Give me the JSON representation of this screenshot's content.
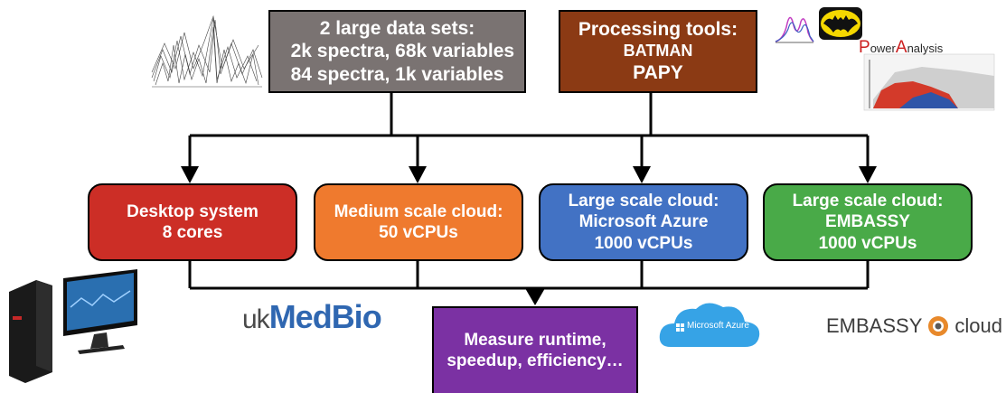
{
  "data_box": {
    "line1": "2 large data sets:",
    "line2": "  2k spectra, 68k variables",
    "line3": "84 spectra, 1k variables"
  },
  "tools_box": {
    "line1": "Processing tools:",
    "line2": "BATMAN",
    "line3": "PAPY"
  },
  "desktop_box": {
    "line1": "Desktop system",
    "line2": "8 cores"
  },
  "medium_box": {
    "line1": "Medium scale cloud:",
    "line2": "50 vCPUs"
  },
  "azure_box": {
    "line1": "Large scale cloud:",
    "line2": "Microsoft Azure",
    "line3": "1000 vCPUs"
  },
  "embassy_box": {
    "line1": "Large scale cloud:",
    "line2": "EMBASSY",
    "line3": "1000 vCPUs"
  },
  "measure_box": {
    "line1": "Measure runtime,",
    "line2": "speedup, efficiency…"
  },
  "logos": {
    "ukmedbio_uk": "uk",
    "ukmedbio_main": "MedBio",
    "azure": "Microsoft Azure",
    "embassy": "EMBASSY",
    "embassy_cloud": "cloud",
    "power_p": "P",
    "power_ower": "ower",
    "power_a": "A",
    "power_nalysis": "nalysis"
  },
  "colors": {
    "data": "#7a7372",
    "tools": "#8b3a14",
    "desktop": "#cc2e26",
    "medium": "#ef7a2e",
    "azure": "#4272c4",
    "embassy": "#49aa48",
    "measure": "#7b31a3"
  }
}
